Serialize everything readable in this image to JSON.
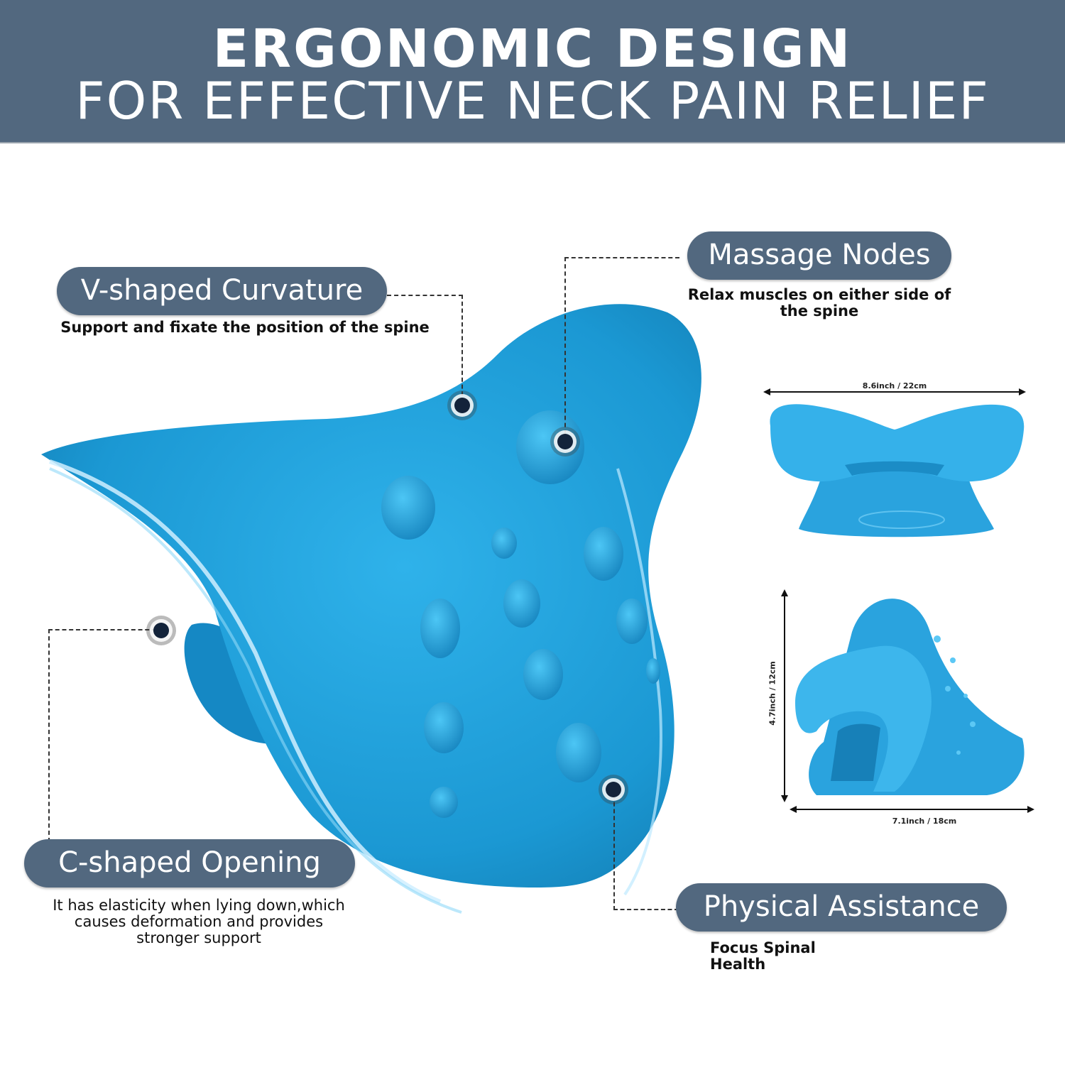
{
  "header": {
    "title_line1": "ERGONOMIC DESIGN",
    "title_line2": "FOR EFFECTIVE NECK PAIN RELIEF",
    "background_color": "#52687f"
  },
  "features": [
    {
      "title": "V-shaped Curvature",
      "description": "Support and fixate the position of the spine"
    },
    {
      "title": "Massage Nodes",
      "description": "Relax muscles on either side of the spine"
    },
    {
      "title": "C-shaped Opening",
      "description": "It has elasticity when lying down,which causes deformation and provides stronger support"
    },
    {
      "title": "Physical Assistance",
      "description": "Focus Spinal Health"
    }
  ],
  "dimensions": {
    "width": "8.6inch / 22cm",
    "height": "4.7inch / 12cm",
    "depth": "7.1inch / 18cm"
  },
  "colors": {
    "pill": "#52687f",
    "product_blue": "#1e9fd8",
    "marker": "#13233a"
  }
}
